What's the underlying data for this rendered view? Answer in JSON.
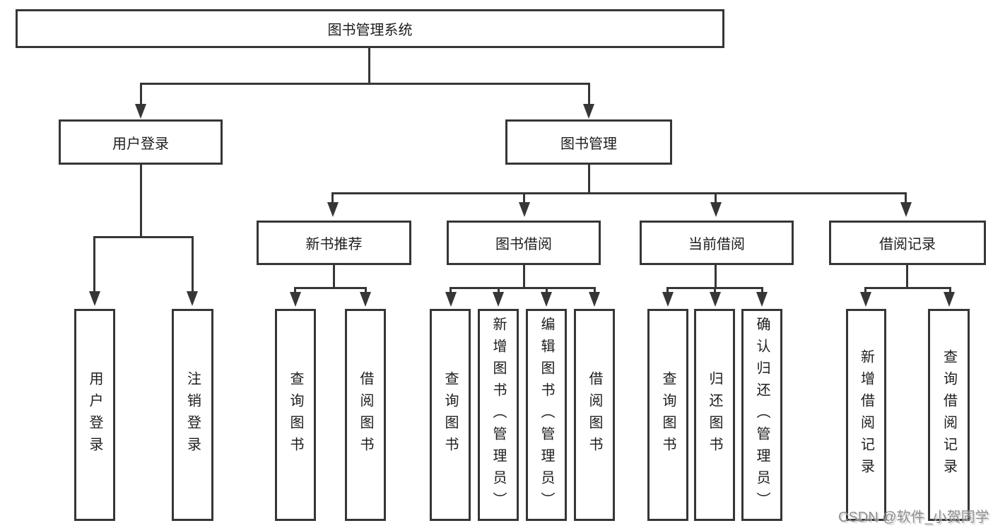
{
  "diagram": {
    "root_label": "图书管理系统",
    "user_login": {
      "label": "用户登录",
      "children": [
        "用户登录",
        "注销登录"
      ]
    },
    "book_mgmt": {
      "label": "图书管理"
    },
    "new_books": {
      "label": "新书推荐",
      "children": [
        "查询图书",
        "借阅图书"
      ]
    },
    "book_borrow": {
      "label": "图书借阅",
      "children": [
        "查询图书",
        "新增图书（管理员）",
        "编辑图书（管理员）",
        "借阅图书"
      ]
    },
    "current_borrow": {
      "label": "当前借阅",
      "children": [
        "查询图书",
        "归还图书",
        "确认归还（管理员）"
      ]
    },
    "borrow_records": {
      "label": "借阅记录",
      "children": [
        "新增借阅记录",
        "查询借阅记录"
      ]
    }
  },
  "colors": {
    "line": "#363636",
    "text": "#1d1d1d",
    "watermark": "#8f8f8f"
  },
  "watermark": {
    "text": "CSDN @软件_小贺同学"
  }
}
